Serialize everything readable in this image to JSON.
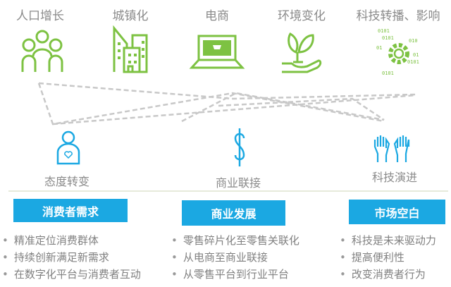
{
  "drivers": [
    {
      "label": "人口增长",
      "icon": "people-icon"
    },
    {
      "label": "城镇化",
      "icon": "buildings-icon"
    },
    {
      "label": "电商",
      "icon": "laptop-cart-icon"
    },
    {
      "label": "环境变化",
      "icon": "plant-hand-icon"
    },
    {
      "label": "科技转播、影响",
      "icon": "gear-binary-icon"
    }
  ],
  "binary": [
    "0101",
    "0101",
    "010",
    "01",
    "01",
    "0101",
    "0101"
  ],
  "factors": [
    {
      "label": "态度转变",
      "icon": "person-heart-icon"
    },
    {
      "label": "商业联接",
      "icon": "dollar-icon"
    },
    {
      "label": "科技演进",
      "icon": "raised-hands-icon"
    }
  ],
  "columns": [
    {
      "title": "消费者需求",
      "items": [
        "精准定位消费群体",
        "持续创新满足新需求",
        "在数字化平台与消费者互动"
      ]
    },
    {
      "title": "商业发展",
      "items": [
        "零售碎片化至零售关联化",
        "从电商至商业联接",
        "从零售平台到行业平台"
      ]
    },
    {
      "title": "市场空白",
      "items": [
        "科技是未来驱动力",
        "提高便利性",
        "改变消费者行为"
      ]
    }
  ],
  "colors": {
    "green": "#7dc242",
    "blue": "#1ba8e2",
    "text": "#8a8a8a"
  }
}
